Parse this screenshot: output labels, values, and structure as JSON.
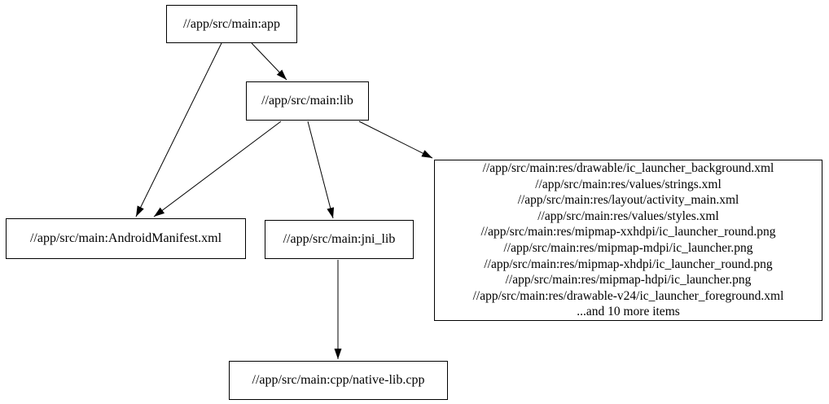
{
  "graph": {
    "type": "dependency-graph",
    "colors": {
      "background": "#ffffff",
      "node_border": "#000000",
      "text": "#000000",
      "edge": "#000000"
    },
    "nodes": {
      "app": {
        "label": "//app/src/main:app"
      },
      "lib": {
        "label": "//app/src/main:lib"
      },
      "manifest": {
        "label": "//app/src/main:AndroidManifest.xml"
      },
      "jni_lib": {
        "label": "//app/src/main:jni_lib"
      },
      "resources": {
        "lines": [
          "//app/src/main:res/drawable/ic_launcher_background.xml",
          "//app/src/main:res/values/strings.xml",
          "//app/src/main:res/layout/activity_main.xml",
          "//app/src/main:res/values/styles.xml",
          "//app/src/main:res/mipmap-xxhdpi/ic_launcher_round.png",
          "//app/src/main:res/mipmap-mdpi/ic_launcher.png",
          "//app/src/main:res/mipmap-xhdpi/ic_launcher_round.png",
          "//app/src/main:res/mipmap-hdpi/ic_launcher.png",
          "//app/src/main:res/drawable-v24/ic_launcher_foreground.xml",
          "...and 10 more items"
        ]
      },
      "native_lib": {
        "label": "//app/src/main:cpp/native-lib.cpp"
      }
    },
    "edges": [
      {
        "from": "app",
        "to": "manifest"
      },
      {
        "from": "app",
        "to": "lib"
      },
      {
        "from": "lib",
        "to": "manifest"
      },
      {
        "from": "lib",
        "to": "jni_lib"
      },
      {
        "from": "lib",
        "to": "resources"
      },
      {
        "from": "jni_lib",
        "to": "native_lib"
      }
    ]
  }
}
